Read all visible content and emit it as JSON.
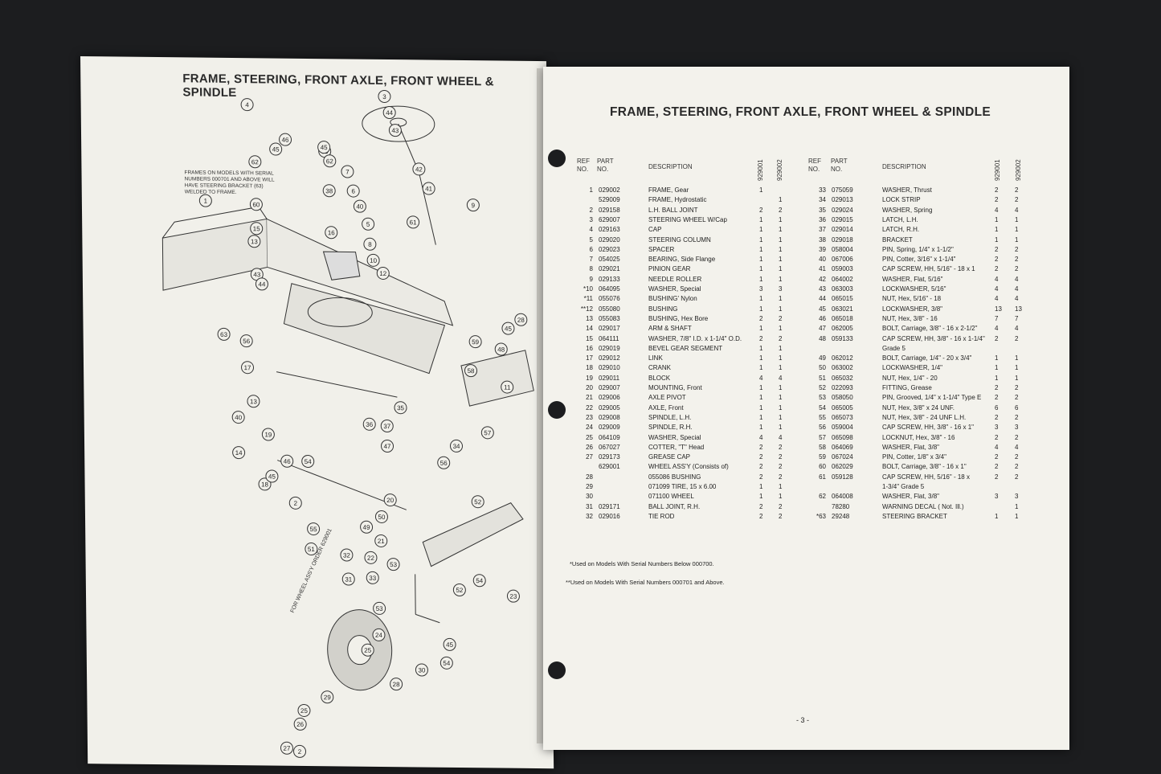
{
  "left_page": {
    "title": "FRAME, STEERING, FRONT AXLE, FRONT WHEEL & SPINDLE",
    "frame_note": "FRAMES ON MODELS WITH SERIAL NUMBERS 000701 AND ABOVE WILL HAVE STEERING BRACKET (63) WELDED TO FRAME.",
    "wheel_note": "FOR WHEEL ASS'Y ORDER 629001",
    "callouts": [
      "4",
      "3",
      "44",
      "43",
      "46",
      "45",
      "39",
      "45",
      "62",
      "62",
      "7",
      "42",
      "41",
      "6",
      "9",
      "38",
      "60",
      "40",
      "1",
      "61",
      "15",
      "5",
      "13",
      "8",
      "16",
      "10",
      "12",
      "43",
      "44",
      "28",
      "63",
      "56",
      "45",
      "48",
      "59",
      "17",
      "58",
      "11",
      "13",
      "35",
      "57",
      "40",
      "36",
      "37",
      "14",
      "34",
      "19",
      "46",
      "54",
      "18",
      "47",
      "56",
      "45",
      "20",
      "52",
      "49",
      "50",
      "2",
      "21",
      "55",
      "32",
      "51",
      "53",
      "31",
      "22",
      "54",
      "52",
      "33",
      "23",
      "53",
      "24",
      "25",
      "45",
      "54",
      "30",
      "28",
      "29",
      "25",
      "26",
      "27",
      "2"
    ]
  },
  "right_page": {
    "title": "FRAME, STEERING, FRONT AXLE, FRONT WHEEL & SPINDLE",
    "headers": {
      "ref": "REF NO.",
      "part": "PART NO.",
      "desc": "DESCRIPTION",
      "m1": "929001",
      "m2": "929002"
    },
    "rows_left": [
      [
        "1",
        "029002",
        "FRAME, Gear",
        "1",
        ""
      ],
      [
        "",
        "529009",
        "FRAME, Hydrostatic",
        "",
        "1"
      ],
      [
        "2",
        "029158",
        "L.H. BALL JOINT",
        "2",
        "2"
      ],
      [
        "3",
        "629007",
        "STEERING WHEEL W/Cap",
        "1",
        "1"
      ],
      [
        "4",
        "029163",
        "CAP",
        "1",
        "1"
      ],
      [
        "5",
        "029020",
        "STEERING COLUMN",
        "1",
        "1"
      ],
      [
        "6",
        "029023",
        "SPACER",
        "1",
        "1"
      ],
      [
        "7",
        "054025",
        "BEARING, Side Flange",
        "1",
        "1"
      ],
      [
        "8",
        "029021",
        "PINION GEAR",
        "1",
        "1"
      ],
      [
        "9",
        "029133",
        "NEEDLE ROLLER",
        "1",
        "1"
      ],
      [
        "*10",
        "064095",
        "WASHER, Special",
        "3",
        "3"
      ],
      [
        "*11",
        "055076",
        "BUSHING' Nylon",
        "1",
        "1"
      ],
      [
        "**12",
        "055080",
        "BUSHING",
        "1",
        "1"
      ],
      [
        "13",
        "055083",
        "BUSHING, Hex Bore",
        "2",
        "2"
      ],
      [
        "14",
        "029017",
        "ARM & SHAFT",
        "1",
        "1"
      ],
      [
        "15",
        "064111",
        "WASHER, 7/8\" I.D. x 1-1/4\" O.D.",
        "2",
        "2"
      ],
      [
        "16",
        "029019",
        "BEVEL GEAR SEGMENT",
        "1",
        "1"
      ],
      [
        "17",
        "029012",
        "LINK",
        "1",
        "1"
      ],
      [
        "18",
        "029010",
        "CRANK",
        "1",
        "1"
      ],
      [
        "19",
        "029011",
        "BLOCK",
        "4",
        "4"
      ],
      [
        "20",
        "029007",
        "MOUNTING, Front",
        "1",
        "1"
      ],
      [
        "21",
        "029006",
        "AXLE PIVOT",
        "1",
        "1"
      ],
      [
        "22",
        "029005",
        "AXLE, Front",
        "1",
        "1"
      ],
      [
        "23",
        "029008",
        "SPINDLE, L.H.",
        "1",
        "1"
      ],
      [
        "24",
        "029009",
        "SPINDLE, R.H.",
        "1",
        "1"
      ],
      [
        "25",
        "064109",
        "WASHER, Special",
        "4",
        "4"
      ],
      [
        "26",
        "067027",
        "COTTER, \"T\" Head",
        "2",
        "2"
      ],
      [
        "27",
        "029173",
        "GREASE CAP",
        "2",
        "2"
      ],
      [
        "",
        "629001",
        "WHEEL ASS'Y (Consists of)",
        "2",
        "2"
      ],
      [
        "28",
        "",
        "055086   BUSHING",
        "2",
        "2"
      ],
      [
        "29",
        "",
        "071099   TIRE, 15 x 6.00",
        "1",
        "1"
      ],
      [
        "30",
        "",
        "071100   WHEEL",
        "1",
        "1"
      ],
      [
        "31",
        "029171",
        "BALL JOINT, R.H.",
        "2",
        "2"
      ],
      [
        "32",
        "029016",
        "TIE ROD",
        "2",
        "2"
      ]
    ],
    "rows_right": [
      [
        "33",
        "075059",
        "WASHER, Thrust",
        "2",
        "2"
      ],
      [
        "34",
        "029013",
        "LOCK STRIP",
        "2",
        "2"
      ],
      [
        "35",
        "029024",
        "WASHER, Spring",
        "4",
        "4"
      ],
      [
        "36",
        "029015",
        "LATCH, L.H.",
        "1",
        "1"
      ],
      [
        "37",
        "029014",
        "LATCH, R.H.",
        "1",
        "1"
      ],
      [
        "38",
        "029018",
        "BRACKET",
        "1",
        "1"
      ],
      [
        "39",
        "058004",
        "PIN, Spring, 1/4\" x 1-1/2\"",
        "2",
        "2"
      ],
      [
        "40",
        "067006",
        "PIN, Cotter, 3/16\" x 1-1/4\"",
        "2",
        "2"
      ],
      [
        "41",
        "059003",
        "CAP SCREW, HH, 5/16\" - 18 x 1",
        "2",
        "2"
      ],
      [
        "42",
        "064002",
        "WASHER, Flat, 5/16\"",
        "4",
        "4"
      ],
      [
        "43",
        "063003",
        "LOCKWASHER, 5/16\"",
        "4",
        "4"
      ],
      [
        "44",
        "065015",
        "NUT, Hex, 5/16\" - 18",
        "4",
        "4"
      ],
      [
        "45",
        "063021",
        "LOCKWASHER, 3/8\"",
        "13",
        "13"
      ],
      [
        "46",
        "065018",
        "NUT, Hex, 3/8\" - 16",
        "7",
        "7"
      ],
      [
        "47",
        "062005",
        "BOLT, Carriage, 3/8\" - 16 x 2-1/2\"",
        "4",
        "4"
      ],
      [
        "48",
        "059133",
        "CAP SCREW, HH, 3/8\" - 16 x 1-1/4\"",
        "2",
        "2"
      ],
      [
        "",
        "",
        "Grade 5",
        "",
        ""
      ],
      [
        "49",
        "062012",
        "BOLT, Carriage, 1/4\" - 20 x 3/4\"",
        "1",
        "1"
      ],
      [
        "50",
        "063002",
        "LOCKWASHER, 1/4\"",
        "1",
        "1"
      ],
      [
        "51",
        "065032",
        "NUT, Hex, 1/4\" - 20",
        "1",
        "1"
      ],
      [
        "52",
        "022093",
        "FITTING, Grease",
        "2",
        "2"
      ],
      [
        "53",
        "058050",
        "PIN, Grooved, 1/4\" x 1-1/4\" Type E",
        "2",
        "2"
      ],
      [
        "54",
        "065005",
        "NUT, Hex, 3/8\" x 24 UNF.",
        "6",
        "6"
      ],
      [
        "55",
        "065073",
        "NUT, Hex, 3/8\" - 24 UNF L.H.",
        "2",
        "2"
      ],
      [
        "56",
        "059004",
        "CAP SCREW, HH, 3/8\" - 16 x 1\"",
        "3",
        "3"
      ],
      [
        "57",
        "065098",
        "LOCKNUT, Hex, 3/8\" - 16",
        "2",
        "2"
      ],
      [
        "58",
        "064069",
        "WASHER, Flat, 3/8\"",
        "4",
        "4"
      ],
      [
        "59",
        "067024",
        "PIN, Cotter, 1/8\" x 3/4\"",
        "2",
        "2"
      ],
      [
        "60",
        "062029",
        "BOLT, Carriage, 3/8\" - 16 x 1\"",
        "2",
        "2"
      ],
      [
        "61",
        "059128",
        "CAP SCREW, HH, 5/16\" - 18 x",
        "2",
        "2"
      ],
      [
        "",
        "",
        "1-3/4\"   Grade 5",
        "",
        ""
      ],
      [
        "62",
        "064008",
        "WASHER, Flat, 3/8\"",
        "3",
        "3"
      ],
      [
        "",
        "78280",
        "WARNING DECAL ( Not. Ill.)",
        "",
        "1"
      ],
      [
        "*63",
        "29248",
        "STEERING BRACKET",
        "1",
        "1"
      ]
    ],
    "footnote1": "*Used on Models With Serial Numbers Below 000700.",
    "footnote2": "**Used on Models With Serial Numbers 000701 and Above.",
    "page_number": "- 3 -"
  }
}
